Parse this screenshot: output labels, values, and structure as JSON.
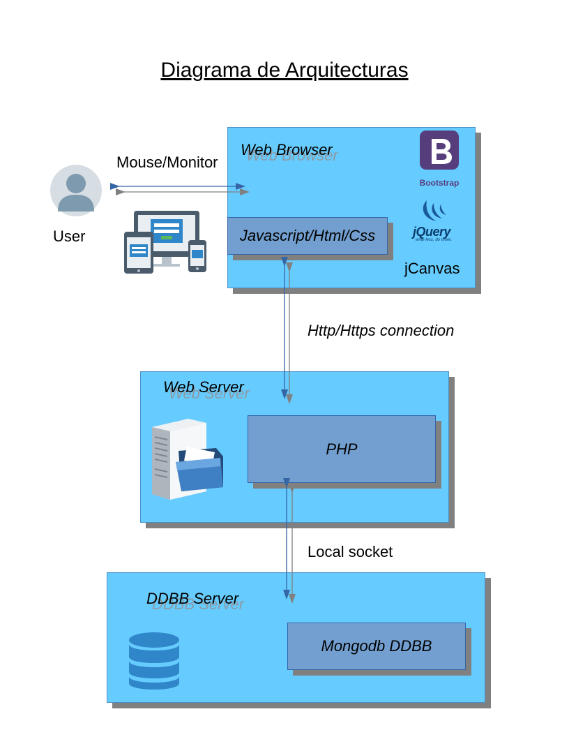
{
  "title": "Diagrama de Arquitecturas",
  "user": {
    "label": "User"
  },
  "io": {
    "label": "Mouse/Monitor"
  },
  "web_browser": {
    "title": "Web Browser",
    "inner": "Javascript/Html/Css",
    "bootstrap_text": "Bootstrap",
    "jquery_text": "jQuery",
    "jquery_tagline": "write less, do more.",
    "jcanvas": "jCanvas"
  },
  "http_connection": "Http/Https connection",
  "web_server": {
    "title": "Web Server",
    "inner": "PHP"
  },
  "local_socket": "Local socket",
  "ddbb_server": {
    "title": "DDBB Server",
    "inner": "Mongodb DDBB"
  },
  "colors": {
    "box_fill": "#66ccff",
    "inner_fill": "#729fcf",
    "shadow": "#808080",
    "arrow_blue": "#3465a4",
    "arrow_gray": "#808080",
    "bootstrap": "#563d7c",
    "jquery": "#1a5a9a"
  }
}
